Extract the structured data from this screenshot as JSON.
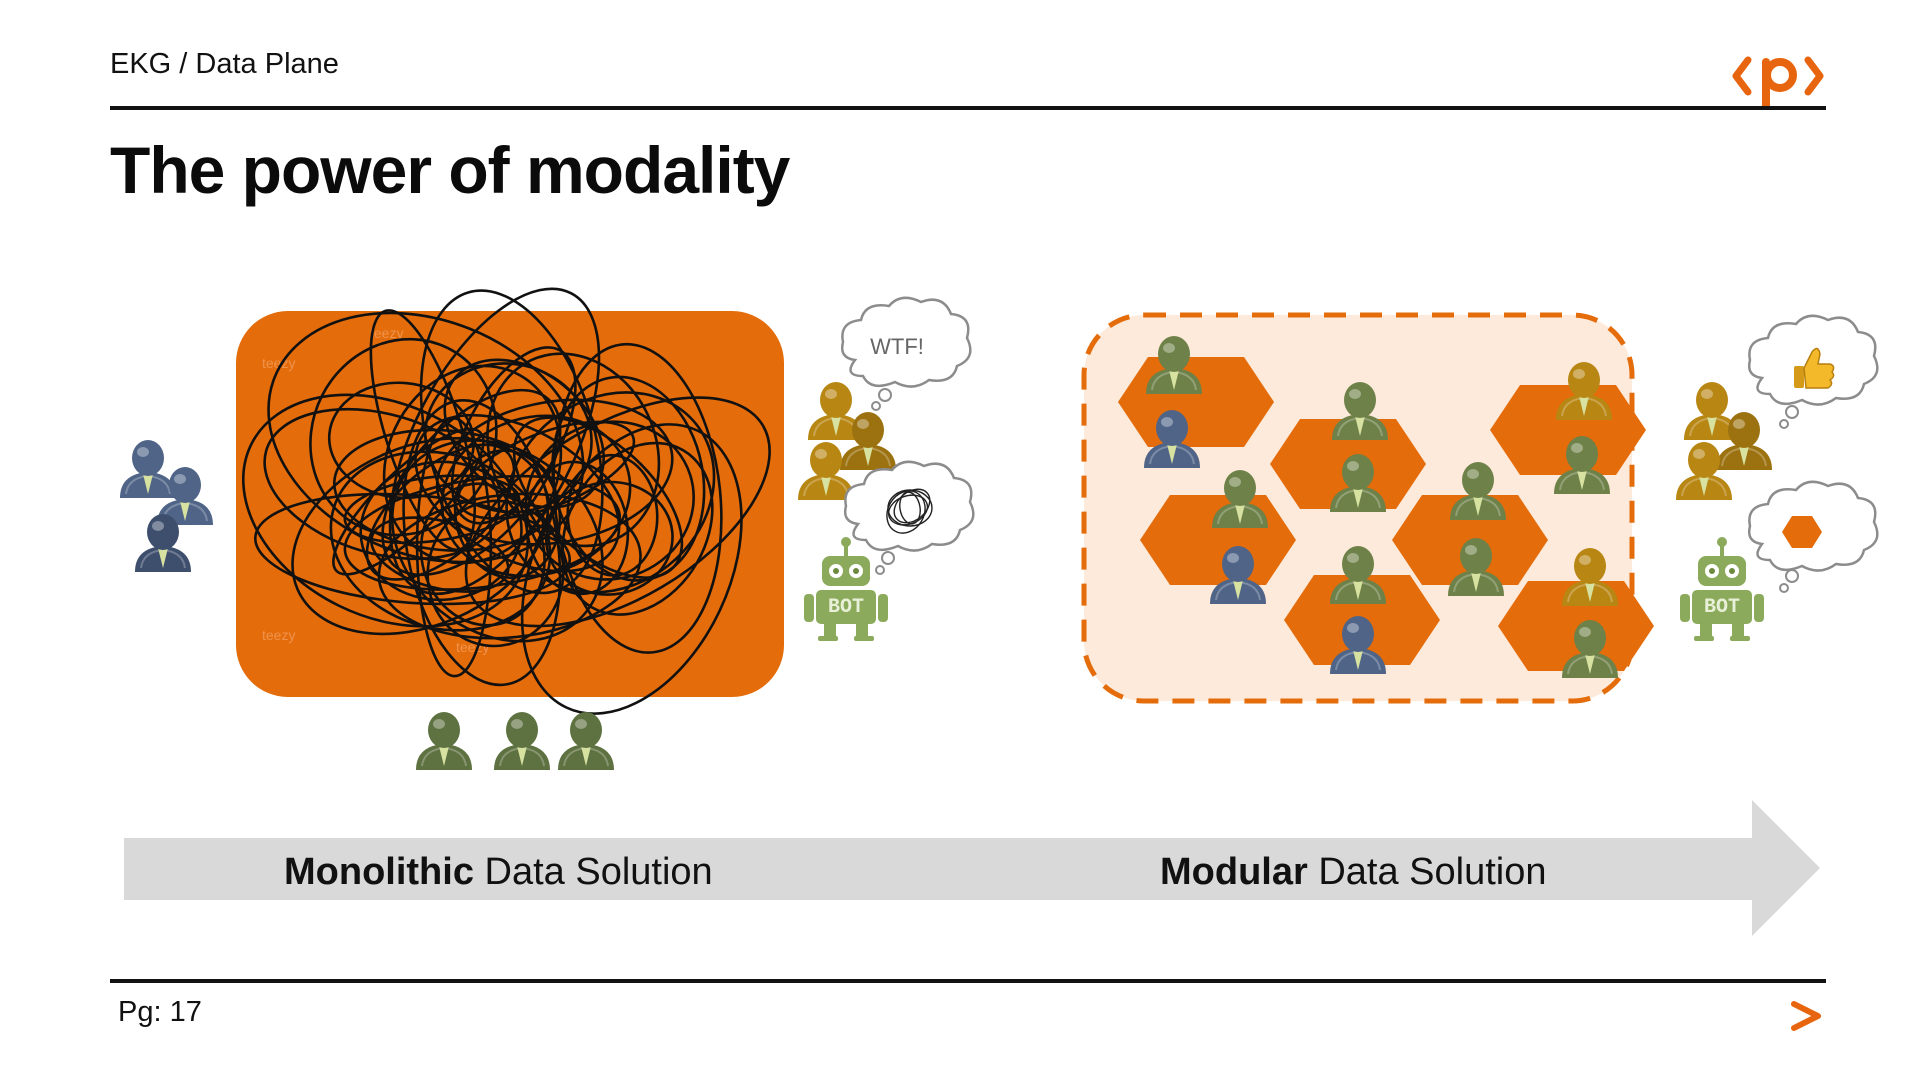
{
  "header": {
    "breadcrumb": "EKG / Data Plane",
    "title": "The power of modality"
  },
  "diagram": {
    "left_panel": {
      "speech_bubble_text": "WTF!",
      "bot_label": "BOT",
      "watermark_text": "teezy"
    },
    "right_panel": {
      "bot_label": "BOT",
      "thumb_icon": "thumbs-up-icon"
    },
    "arrow": {
      "left_bold": "Monolithic",
      "left_rest": " Data Solution",
      "right_bold": "Modular",
      "right_rest": " Data Solution"
    }
  },
  "footer": {
    "page": "Pg: 17"
  },
  "colors": {
    "accent": "#E8650F",
    "panel_fill": "#E46C0A",
    "modular_bg": "#FDEADA",
    "arrow_gray": "#D9D9D9",
    "person_blue": "#4F6487",
    "person_gold": "#B88613",
    "person_green": "#6E8148",
    "bot_green": "#8BAA5B"
  }
}
